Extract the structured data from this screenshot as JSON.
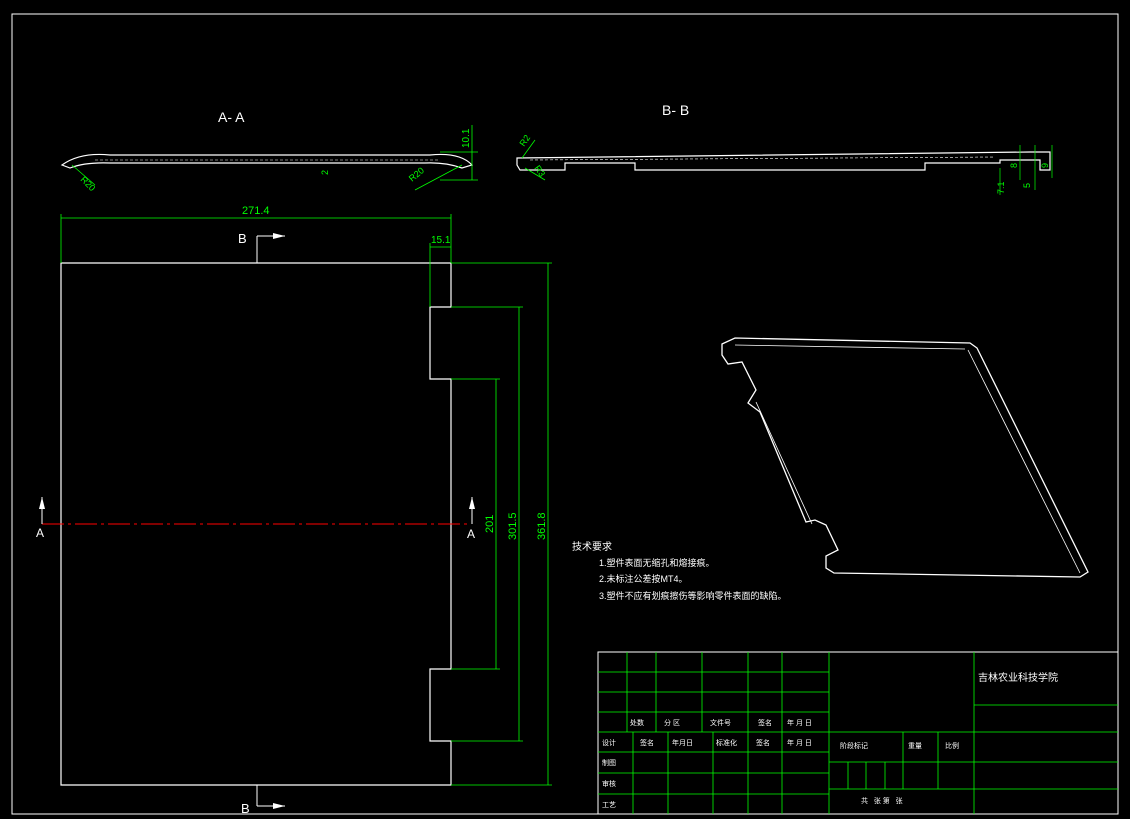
{
  "views": {
    "section_aa_title": "A- A",
    "section_bb_title": "B- B",
    "cut_a_left": "A",
    "cut_a_right": "A",
    "cut_b_top": "B",
    "cut_b_bottom": "B"
  },
  "dimensions": {
    "width_total": "271.4",
    "tab_width": "15.1",
    "height_total": "361.8",
    "span_outer": "301.5",
    "span_inner": "201",
    "aa_height": "10.1",
    "aa_thickness": "2",
    "aa_radius_left": "R20",
    "aa_radius_right": "R20",
    "bb_radius_1": "R2",
    "bb_radius_2": "R3",
    "bb_dim_1": "7.1",
    "bb_dim_2": "8",
    "bb_dim_3": "5",
    "bb_dim_4": "9"
  },
  "tech_requirements": {
    "heading": "技术要求",
    "items": [
      "1.塑件表面无缩孔和熔接痕。",
      "2.未标注公差按MT4。",
      "3.塑件不应有划痕擦伤等影响零件表面的缺陷。"
    ]
  },
  "title_block": {
    "school": "吉林农业科技学院",
    "row_revision": [
      "处数",
      "分 区",
      "文件号",
      "签名",
      "年 月 日"
    ],
    "row_design": [
      "设计",
      "签名",
      "年月日",
      "标准化",
      "签名",
      "年 月 日"
    ],
    "row_labels": [
      "制图",
      "审核",
      "工艺"
    ],
    "stage_mark": "阶段标记",
    "weight": "重量",
    "scale": "比例",
    "sheets": "共   张 第   张"
  },
  "colors": {
    "background": "#000000",
    "outline": "#ffffff",
    "dimension": "#00ff00",
    "centerline": "#ff0000",
    "frame": "#ffffff"
  }
}
